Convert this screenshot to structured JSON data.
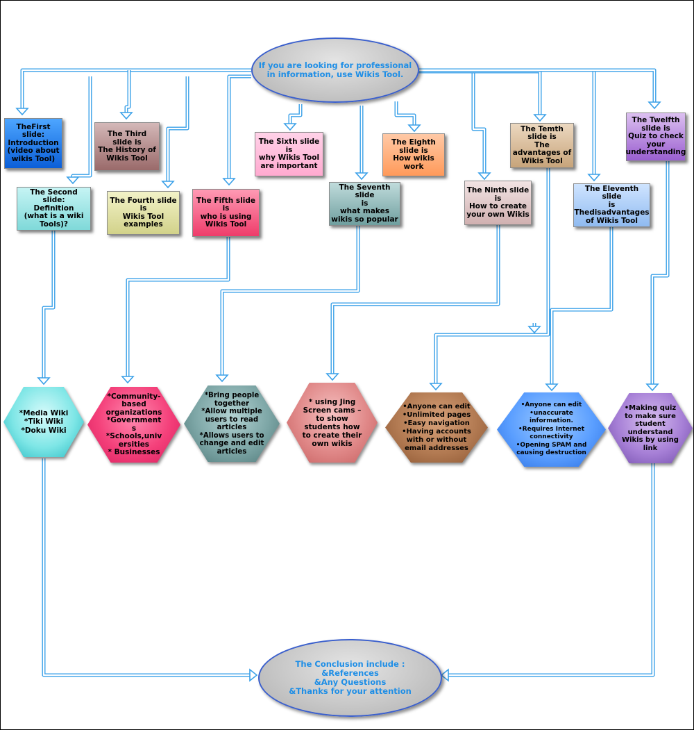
{
  "top": {
    "text": "If you are looking for professional\nin information, use Wikis Tool."
  },
  "slides": {
    "s1": "TheFirst slide:\nIntroduction\n(video about\nwikis Tool)",
    "s2": "The Second slide:\nDefinition\n(what is a wiki\nTools)?",
    "s3": "The Third\nslide is\nThe History of\nWikis Tool",
    "s4": "The Fourth slide\nis\nWikis Tool\nexamples",
    "s5": "The Fifth slide is\nwho is using\nWikis Tool",
    "s6": "The Sixth slide is\nwhy Wikis Tool\nare important",
    "s7": "The Seventh slide\nis\nwhat makes\nwikis so popular",
    "s8": "The Eighth\nslide is\nHow wikis\nwork",
    "s9": "The Ninth slide\nis\nHow to create\nyour own Wikis",
    "s10": "The Temth\nslide is\nThe\nadvantages of\nWikis Tool",
    "s11": "The Eleventh slide\nis\nThedisadvantages\nof Wikis Tool",
    "s12": "The Twelfth\nslide is\nQuiz to check\nyour\nunderstanding"
  },
  "hexes": {
    "h1": "*Media Wiki\n*Tiki Wiki\n*Doku Wiki",
    "h2": "*Community-\nbased\norganizations\n*Government\ns\n*Schools,univ\nersities\n* Businesses",
    "h3": "*Bring people\ntogether\n*Allow multiple\nusers to read\narticles\n*Allows users to\nchange and edit\narticles",
    "h4": "* using Jing\nScreen cams –\nto show\nstudents how\nto create their\nown wikis",
    "h5": "•Anyone can edit\n•Unlimited pages\n•Easy navigation\n•Having accounts\nwith or without\nemail addresses",
    "h6": "•Anyone can edit\n•unaccurate information.\n•Requires Internet\nconnectivity\n•Opening  SPAM and\ncausing destruction",
    "h7": "•Making quiz\nto make sure\nstudent\nunderstand\nWikis by using\nlink"
  },
  "bottom": {
    "text": "The Conclusion include :\n&References\n&Any Questions\n&Thanks for your attention"
  },
  "colors": {
    "connector_outline": "#3aa0e8",
    "ellipse_border": "#3a5fcd",
    "ellipse_text": "#1e8ee6"
  }
}
